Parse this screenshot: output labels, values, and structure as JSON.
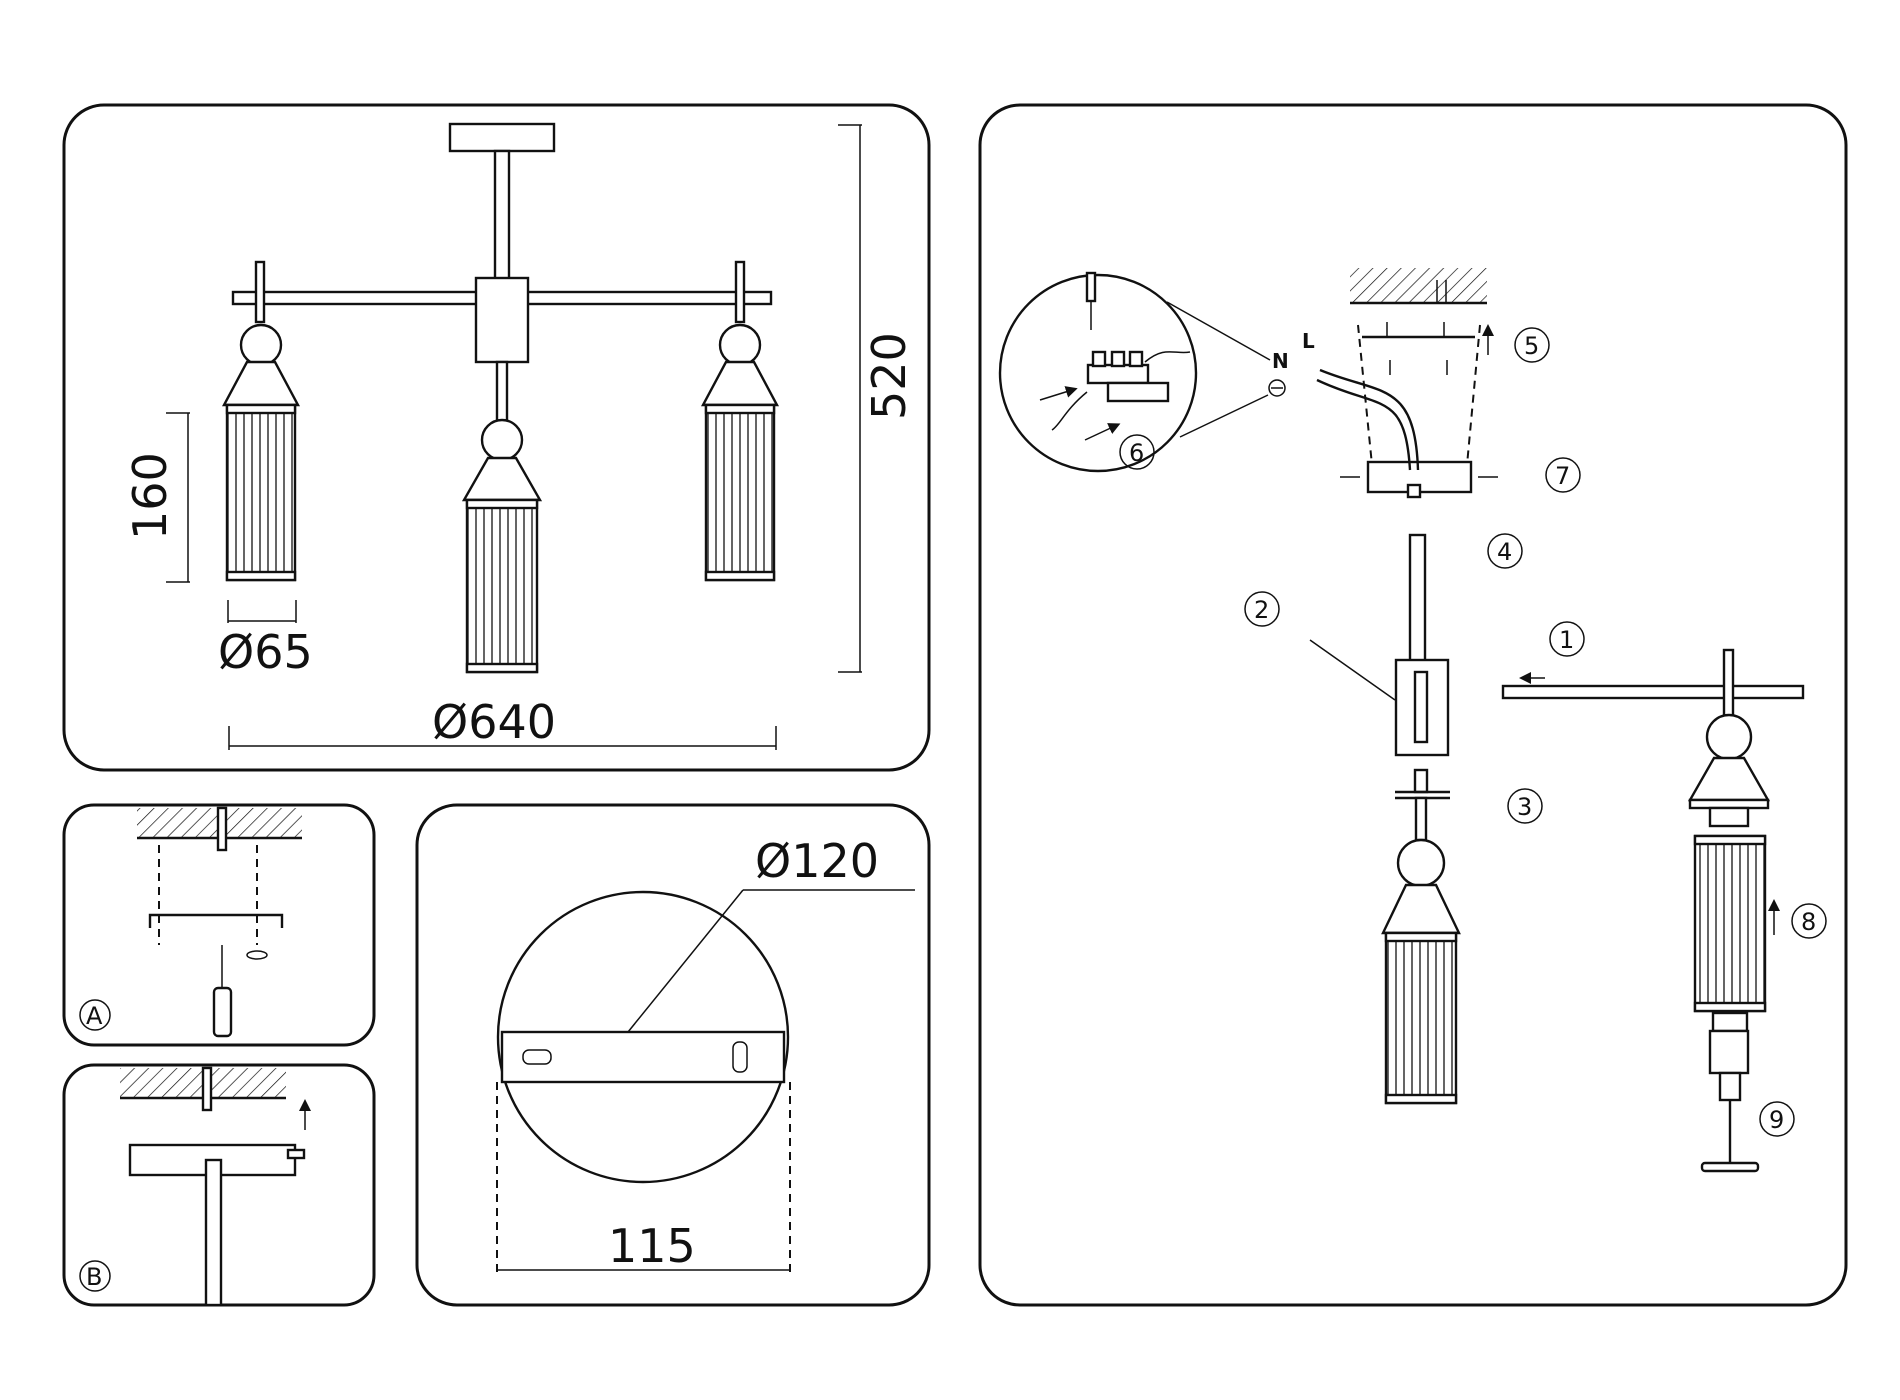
{
  "dimensions": {
    "height_total": "520",
    "shade_height": "160",
    "shade_diameter": "Ø65",
    "span_diameter": "Ø640",
    "plate_diameter": "Ø120",
    "plate_width": "115"
  },
  "panel_labels": {
    "a": "A",
    "b": "B"
  },
  "wiring": {
    "neutral": "N",
    "live": "L"
  },
  "steps": [
    "1",
    "2",
    "3",
    "4",
    "5",
    "6",
    "7",
    "8",
    "9"
  ]
}
